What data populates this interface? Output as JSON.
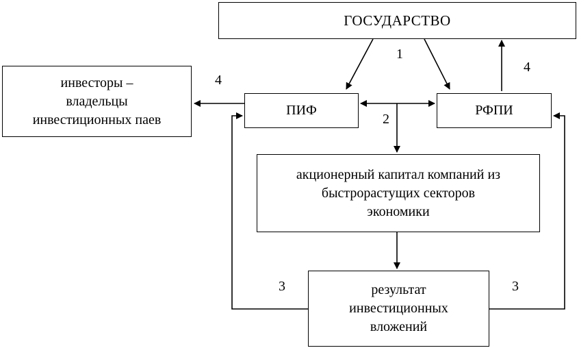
{
  "boxes": {
    "state": [
      "ГОСУДАРСТВО"
    ],
    "investors": [
      "инвесторы –",
      "владельцы",
      "инвестиционных паев"
    ],
    "pif": [
      "ПИФ"
    ],
    "rfpi": [
      "РФПИ"
    ],
    "equity": [
      "акционерный капитал компаний из",
      "быстрорастущих секторов",
      "экономики"
    ],
    "result": [
      "результат",
      "инвестиционных",
      "вложений"
    ]
  },
  "labels": {
    "one": "1",
    "two": "2",
    "three_left": "3",
    "three_right": "3",
    "four_left": "4",
    "four_right": "4"
  }
}
